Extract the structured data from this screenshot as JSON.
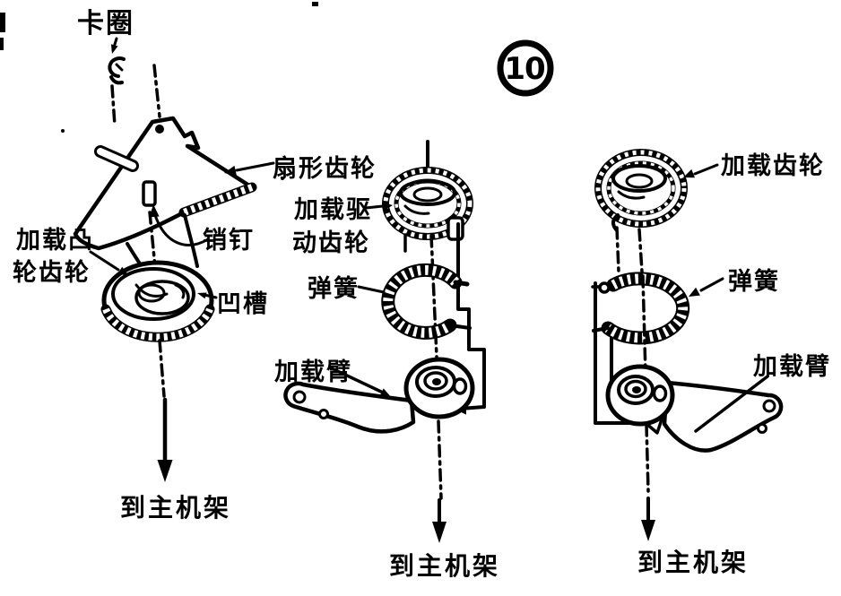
{
  "page": {
    "background": "#ffffff",
    "ink": "#000000"
  },
  "figure": {
    "number": "10"
  },
  "labels": {
    "left": {
      "retaining_ring": "卡圈",
      "sector_gear": "扇形齿轮",
      "pin": "销钉",
      "loading_cam_gear_line1": "加载凸",
      "loading_cam_gear_line2": "轮齿轮",
      "groove": "凹槽",
      "to_main_frame": "到主机架"
    },
    "middle": {
      "loading_drive_gear_line1": "加载驱",
      "loading_drive_gear_line2": "动齿轮",
      "spring": "弹簧",
      "loading_arm": "加载臂",
      "to_main_frame": "到主机架"
    },
    "right": {
      "loading_gear": "加载齿轮",
      "spring": "弹簧",
      "loading_arm": "加载臂",
      "to_main_frame": "到主机架"
    }
  }
}
